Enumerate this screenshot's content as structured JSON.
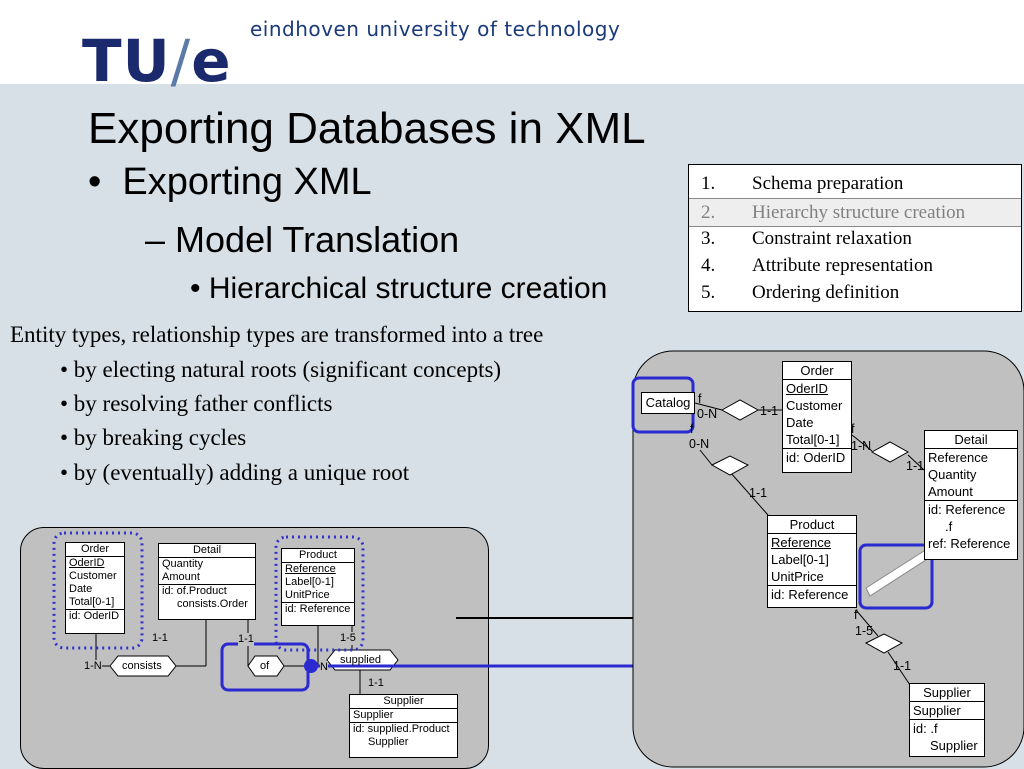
{
  "header": {
    "logo_text": "TU/e",
    "logo_left": "TU",
    "logo_slash": "/",
    "logo_right": "e",
    "university": "eindhoven university of technology"
  },
  "slide": {
    "title": "Exporting Databases in XML",
    "bullet1": "Exporting XML",
    "bullet2": "Model Translation",
    "bullet3": "Hierarchical structure creation"
  },
  "steps": [
    {
      "num": "1.",
      "label": "Schema preparation",
      "active": false
    },
    {
      "num": "2.",
      "label": "Hierarchy structure creation",
      "active": true
    },
    {
      "num": "3.",
      "label": "Constraint relaxation",
      "active": false
    },
    {
      "num": "4.",
      "label": "Attribute representation",
      "active": false
    },
    {
      "num": "5.",
      "label": "Ordering definition",
      "active": false
    }
  ],
  "body": {
    "intro": "Entity types, relationship types are transformed into a tree",
    "points": [
      "• by electing natural roots (significant concepts)",
      "• by resolving father conflicts",
      "• by breaking cycles",
      "• by (eventually) adding a unique root"
    ]
  },
  "left_diagram": {
    "order": {
      "name": "Order",
      "attrs": [
        "OderID",
        "Customer",
        "Date",
        "Total[0-1]"
      ],
      "id": "id: OderID"
    },
    "detail": {
      "name": "Detail",
      "attrs": [
        "Quantity",
        "Amount"
      ],
      "id_line1": "id: of.Product",
      "id_line2": "consists.Order"
    },
    "product": {
      "name": "Product",
      "attrs": [
        "Reference",
        "Label[0-1]",
        "UnitPrice"
      ],
      "id": "id: Reference"
    },
    "supplier": {
      "name": "Supplier",
      "attrs": [
        "Supplier"
      ],
      "id_line1": "id: supplied.Product",
      "id_line2": "Supplier"
    },
    "rel_consists": "consists",
    "rel_of": "of",
    "rel_supplied": "supplied",
    "card_1n": "1-N",
    "card_11a": "1-1",
    "card_11b": "1-1",
    "card_15": "1-5",
    "card_n": "N",
    "card_11c": "1-1"
  },
  "right_diagram": {
    "catalog": "Catalog",
    "order": {
      "name": "Order",
      "attrs": [
        "OderID",
        "Customer",
        "Date",
        "Total[0-1]"
      ],
      "id": "id: OderID"
    },
    "detail": {
      "name": "Detail",
      "attrs": [
        "Reference",
        "Quantity",
        "Amount"
      ],
      "id_line1": "id: Reference",
      "id_line2": ".f",
      "ref": "ref: Reference"
    },
    "product": {
      "name": "Product",
      "attrs": [
        "Reference",
        "Label[0-1]",
        "UnitPrice"
      ],
      "id": "id: Reference"
    },
    "supplier": {
      "name": "Supplier",
      "attrs": [
        "Supplier"
      ],
      "id_line1": "id: .f",
      "id_line2": "Supplier"
    },
    "f1": "f",
    "c0n1": "0-N",
    "f2": "f",
    "c0n2": "0-N",
    "c11a": "1-1",
    "f3": "f",
    "c1n": "1-N",
    "c11b": "1-1",
    "c11c": "1-1",
    "f4": "f",
    "c15": "1-5",
    "c11d": "1-1"
  },
  "colors": {
    "accent_blue": "#2a2ad0",
    "dotted_blue": "#3333cc",
    "panel_gray": "#c0c0c0",
    "slide_bg": "#d6e0e6",
    "logo_navy": "#1a2a6c"
  }
}
